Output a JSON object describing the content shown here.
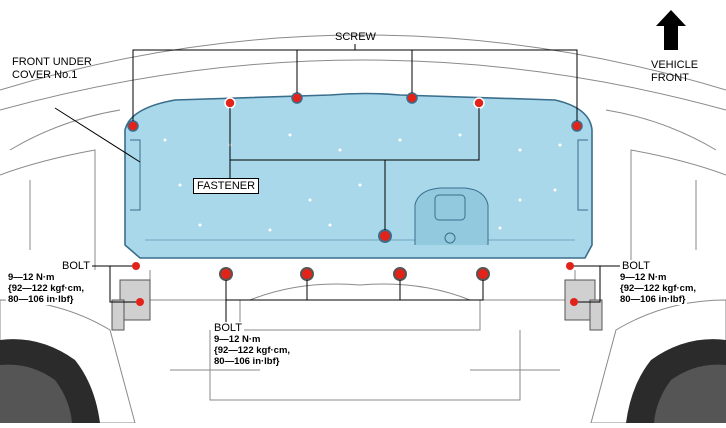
{
  "labels": {
    "screw": "SCREW",
    "vehicle_front": [
      "VEHICLE",
      "FRONT"
    ],
    "front_under_cover": [
      "FRONT UNDER",
      "COVER No.1"
    ],
    "fastener": "FASTENER",
    "bolt": "BOLT",
    "torque_spec": [
      "9—12 N·m",
      "{92—122 kgf·cm,",
      "80—106 in·lbf}"
    ]
  },
  "colors": {
    "cover_fill": "#a8d8ea",
    "cover_outline": "#3a6e8c",
    "fastener_red": "#e2231a",
    "line": "#000000",
    "body_line": "#8a8a8a",
    "tire": "#2b2b2b"
  },
  "icons": {
    "direction_arrow": "arrow-up-icon"
  }
}
